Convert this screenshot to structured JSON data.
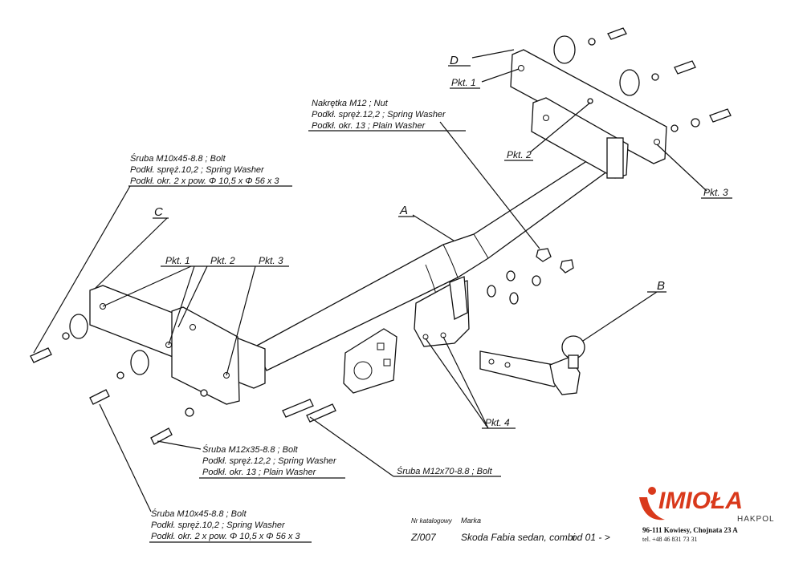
{
  "callouts": {
    "A": "A",
    "B": "B",
    "C": "C",
    "D": "D"
  },
  "points": {
    "pkt1_d": "Pkt. 1",
    "pkt2_top": "Pkt. 2",
    "pkt3_right": "Pkt. 3",
    "pkt1_c": "Pkt. 1",
    "pkt2_c": "Pkt. 2",
    "pkt3_c": "Pkt. 3",
    "pkt4": "Pkt. 4"
  },
  "nut_group": {
    "line1": "Nakrętka  M12 ; Nut",
    "line2": "Podkł. spręż.12,2 ; Spring Washer",
    "line3": "Podkł. okr. 13 ; Plain Washer"
  },
  "bolt_m10_top": {
    "line1": "Śruba M10x45-8.8 ;  Bolt",
    "line2": "Podkł. spręż.10,2 ; Spring Washer",
    "line3": "Podkł. okr. 2 x pow. Φ 10,5 x Φ 56 x 3"
  },
  "bolt_m12x35": {
    "line1": "Śruba M12x35-8.8 ;  Bolt",
    "line2": "Podkł. spręż.12,2 ; Spring Washer",
    "line3": "Podkł. okr. 13 ; Plain Washer"
  },
  "bolt_m12x70": {
    "line1": "Śruba M12x70-8.8 ;  Bolt"
  },
  "bolt_m10_bottom": {
    "line1": "Śruba M10x45-8.8 ;  Bolt",
    "line2": "Podkł. spręż.10,2 ; Spring Washer",
    "line3": "Podkł. okr. 2 x pow. Φ 10,5 x Φ 56 x 3"
  },
  "footer": {
    "catalog_label": "Nr katalogowy",
    "brand_label": "Marka",
    "catalog_no": "Z/007",
    "vehicle": "Skoda Fabia sedan, combi",
    "from": "od  01 - >"
  },
  "company": {
    "logo": "IMIOŁA",
    "sub": "HAKPOL",
    "address": "96-111 Kowiesy, Chojnata 23 A",
    "phone": "tel. +48 46 831 73 31"
  },
  "colors": {
    "logo_red": "#d9391b",
    "line": "#111111"
  }
}
